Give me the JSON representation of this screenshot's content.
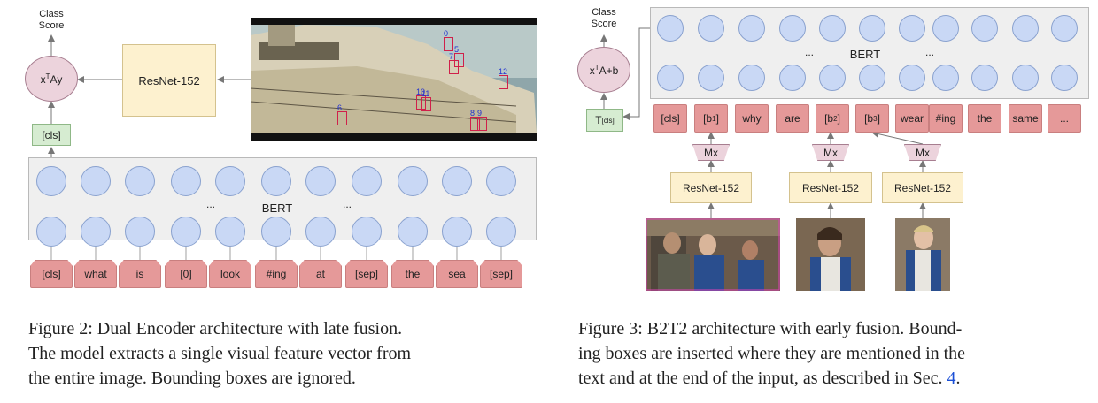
{
  "fig2": {
    "class_score": [
      "Class",
      "Score"
    ],
    "score_fn_base": "x",
    "score_fn_sup": "T",
    "score_fn_rest": "Ay",
    "resnet": "ResNet-152",
    "cls_out": "[cls]",
    "bert": "BERT",
    "ellipsis_left": "...",
    "ellipsis_right": "...",
    "tokens": [
      "[cls]",
      "what",
      "is",
      "[0]",
      "look",
      "#ing",
      "at",
      "[sep]",
      "the",
      "sea",
      "[sep]"
    ],
    "box_ids": [
      "0",
      "7",
      "5",
      "10",
      "11",
      "12",
      "6",
      "8",
      "9"
    ],
    "caption": [
      "Figure 2: Dual Encoder architecture with late fusion.",
      "The model extracts a single visual feature vector from",
      "the entire image. Bounding boxes are ignored."
    ]
  },
  "fig3": {
    "class_score": [
      "Class",
      "Score"
    ],
    "score_fn_base": "x",
    "score_fn_sup": "T",
    "score_fn_rest": "A+b",
    "t_cls_base": "T",
    "t_cls_sub": "[cls]",
    "bert": "BERT",
    "ellipsis_left": "...",
    "ellipsis_right": "...",
    "tokens": [
      "[cls]",
      "[b",
      "why",
      "are",
      "[b",
      "[b",
      "wear",
      "#ing",
      "the",
      "same",
      "..."
    ],
    "token_subs": [
      "",
      "1",
      "",
      "",
      "2",
      "3",
      "",
      "",
      "",
      "",
      ""
    ],
    "mx": [
      "Mx",
      "Mx",
      "Mx"
    ],
    "resnet": [
      "ResNet-152",
      "ResNet-152",
      "ResNet-152"
    ],
    "caption": [
      "Figure 3: B2T2 architecture with early fusion. Bound-",
      "ing boxes are inserted where they are mentioned in the",
      "text and at the end of the input, as described in Sec. ",
      "4",
      "."
    ]
  },
  "colors": {
    "node_fill": "#c9d8f5",
    "token_fill": "#e59999",
    "resnet_fill": "#fdf1cf",
    "cls_fill": "#d6ecd1",
    "score_fill": "#ecd3dc",
    "bert_bg": "#efefef",
    "link": "#1a4fd6"
  }
}
